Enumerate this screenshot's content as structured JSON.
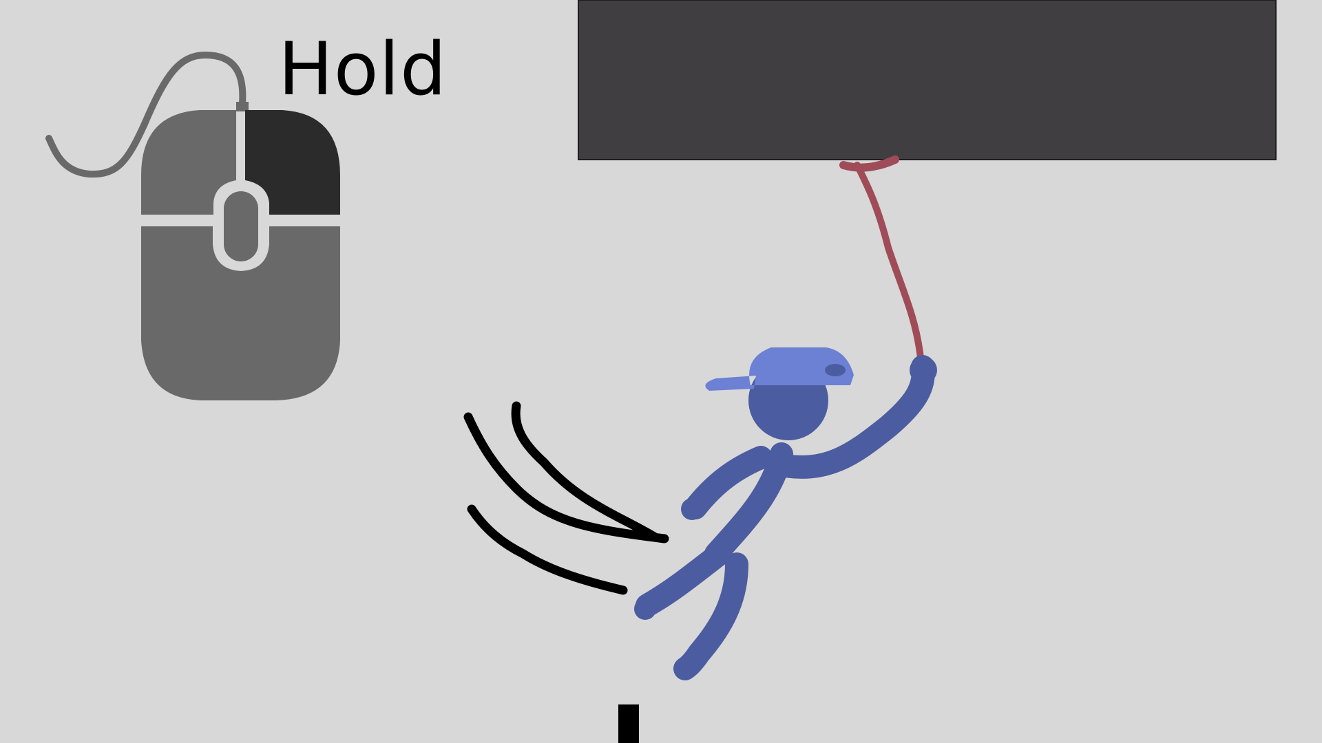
{
  "tutorial": {
    "instruction_label": "Hold",
    "input_icon": "mouse-right-button-icon",
    "highlighted_button": "right"
  },
  "colors": {
    "background": "#d8d8d8",
    "platform": "#403e40",
    "rope": "#a04c58",
    "player_body": "#4c5ca0",
    "player_cap": "#6c80d4",
    "mouse_body": "#696969",
    "mouse_highlight": "#2b2b2b",
    "motion_lines": "#000000"
  },
  "scene": {
    "player_state": "swinging",
    "grapple_attached": true
  }
}
